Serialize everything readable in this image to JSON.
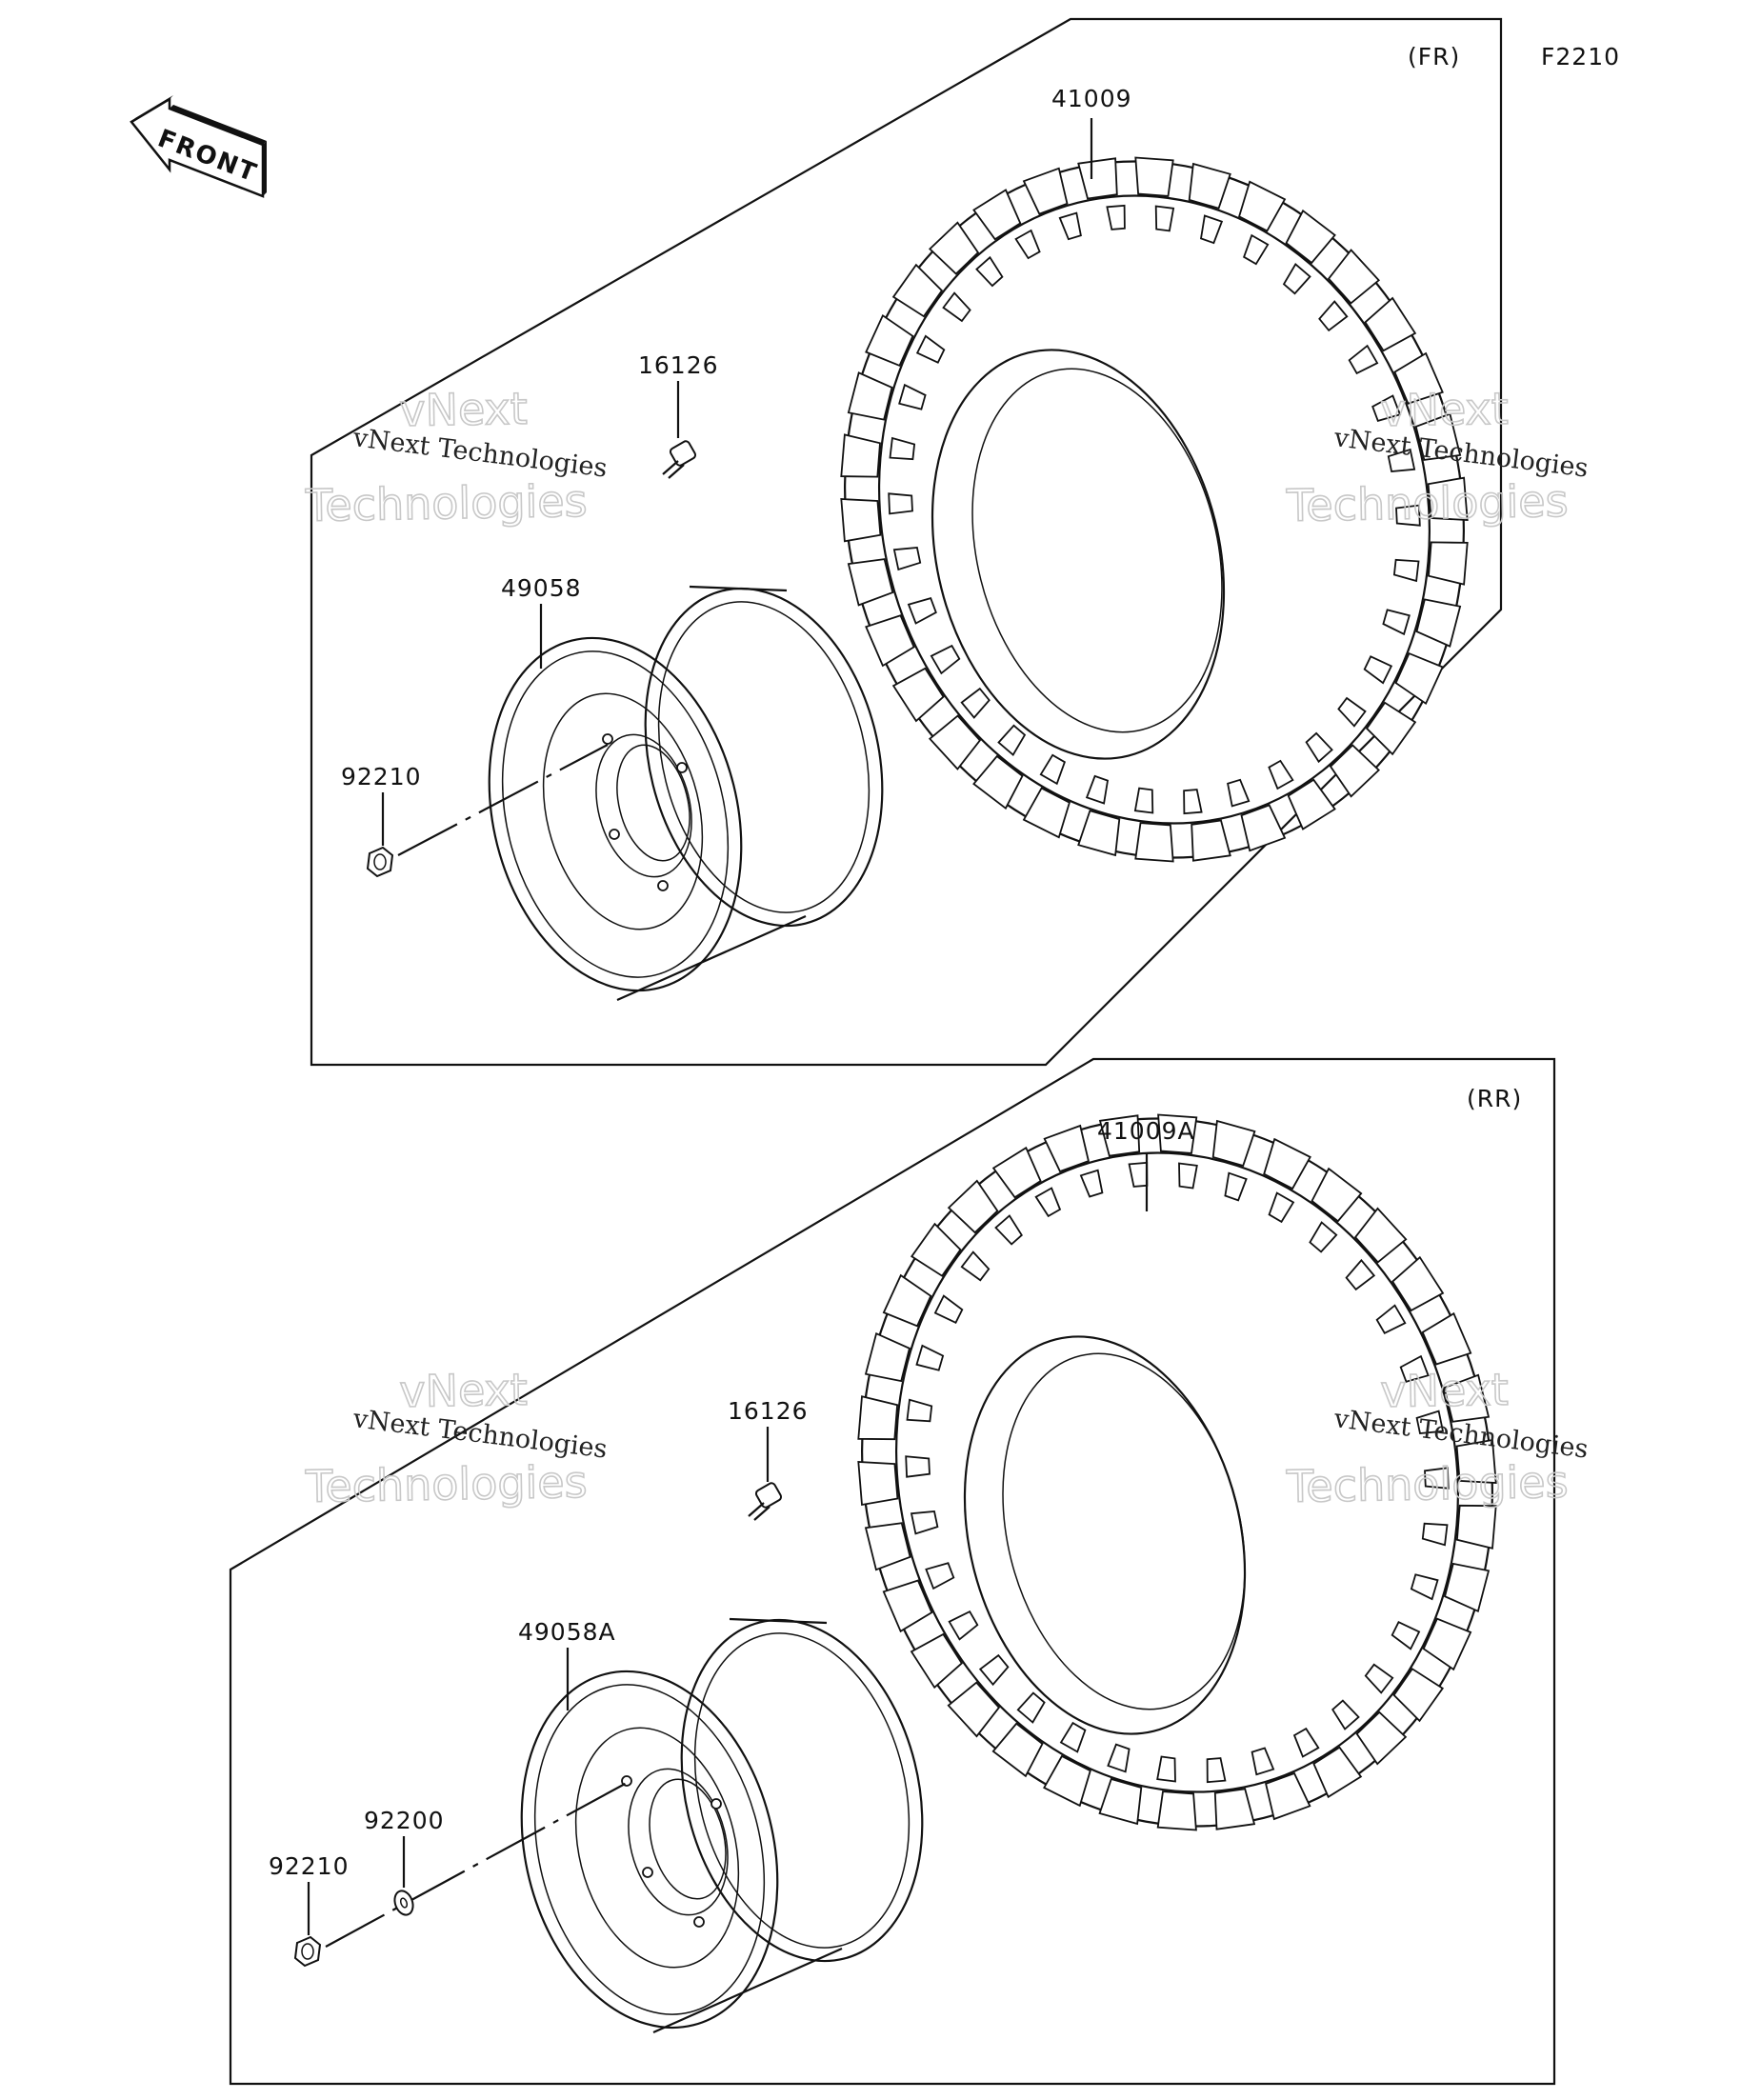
{
  "diagram": {
    "code": "F2210",
    "front_label": "FRONT",
    "watermark": {
      "line1": "vNext Technologies",
      "line2": "vNext",
      "line3": "Technologies"
    },
    "groups": [
      {
        "id": "front",
        "label": "(FR)",
        "parts": {
          "tire": "41009",
          "valve": "16126",
          "wheel": "49058",
          "nut": "92210"
        }
      },
      {
        "id": "rear",
        "label": "(RR)",
        "parts": {
          "tire": "41009A",
          "valve": "16126",
          "wheel": "49058A",
          "washer": "92200",
          "nut": "92210"
        }
      }
    ]
  }
}
